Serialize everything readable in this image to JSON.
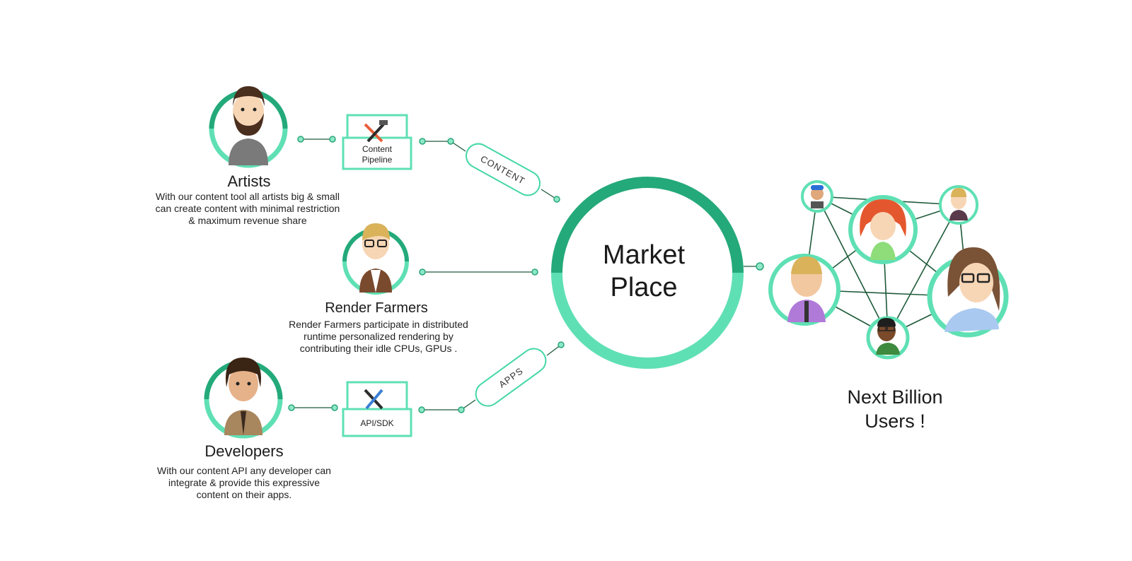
{
  "colors": {
    "accent_light": "#5fe0b4",
    "accent_dark": "#24a97a",
    "line": "#1e5a3a",
    "dot": "#8ee8c8"
  },
  "artists": {
    "title": "Artists",
    "desc_lines": [
      "With our content tool all artists big & small",
      "can create content with minimal restriction",
      "& maximum revenue share"
    ],
    "box_label": "Content Pipeline",
    "box_icon": "tools-icon"
  },
  "render_farmers": {
    "title": "Render Farmers",
    "desc_lines": [
      "Render Farmers participate in distributed",
      "runtime personalized rendering by",
      "contributing their idle CPUs, GPUs ."
    ]
  },
  "developers": {
    "title": "Developers",
    "desc_lines": [
      "With our content API any developer can",
      "integrate & provide this expressive",
      "content on their apps."
    ],
    "box_label": "API/SDK",
    "box_icon": "wrench-screwdriver-icon"
  },
  "pills": {
    "content": "CONTENT",
    "apps": "APPS"
  },
  "market": {
    "line1": "Market",
    "line2": "Place"
  },
  "users": {
    "line1": "Next Billion",
    "line2": "Users !"
  }
}
